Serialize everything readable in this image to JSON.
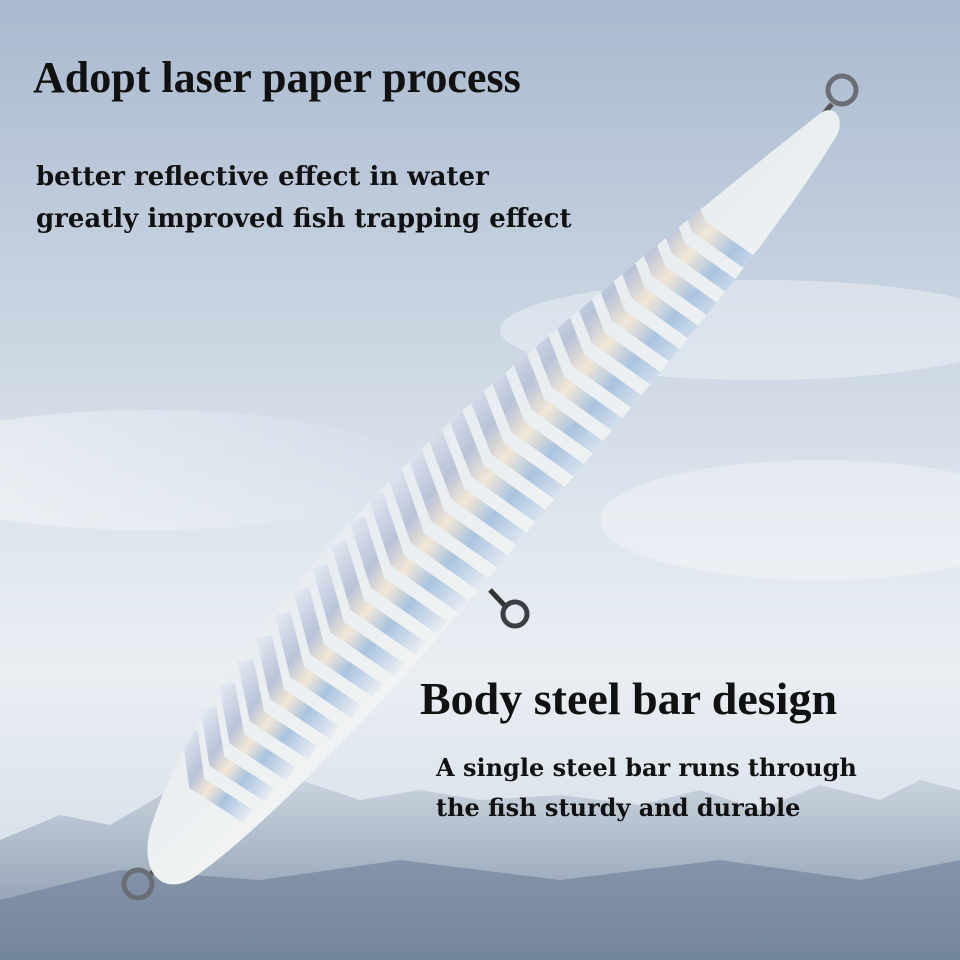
{
  "top_feature": {
    "title": "Adopt laser paper process",
    "lines": [
      "better reflective effect in water",
      "greatly improved fish trapping effect"
    ]
  },
  "bottom_feature": {
    "title": "Body steel bar design",
    "lines": [
      "A single steel bar runs through",
      "the fish sturdy and durable"
    ]
  },
  "colors": {
    "lure_back": "#3d9fe0",
    "lure_belly": "#eef1f2",
    "text": "#111111"
  }
}
